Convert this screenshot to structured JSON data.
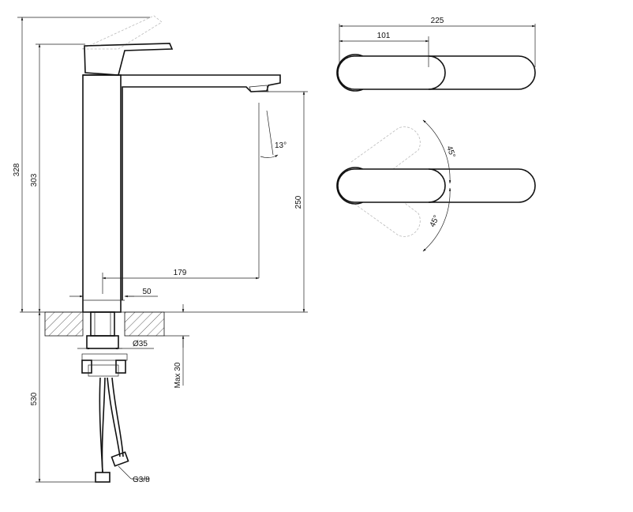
{
  "drawing": {
    "dimensions": {
      "total_height": "328",
      "spout_height": "303",
      "outlet_clearance": "250",
      "spout_reach": "179",
      "base_width": "50",
      "shank_diameter": "Ø35",
      "max_thickness": "Max 30",
      "hose_length": "530",
      "connection": "G3/8",
      "top_overall_width": "225",
      "handle_width": "101",
      "angle_spout": "13°",
      "angle_up": "45°",
      "angle_down": "45°"
    },
    "colors": {
      "line": "#111111",
      "ghost": "#bbbbbb",
      "hatch": "#333333"
    }
  }
}
